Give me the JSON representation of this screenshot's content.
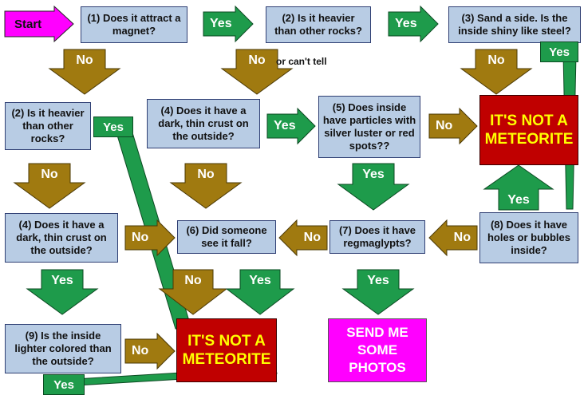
{
  "colors": {
    "question_box": "#b8cce4",
    "verdict_red": "#c00000",
    "verdict_text": "#ffff00",
    "send_box": "#ff00ff",
    "start": "#ff00ff",
    "yes": "#1e9b4b",
    "no": "#a07a10"
  },
  "start": {
    "label": "Start"
  },
  "boxes": {
    "q1": "(1) Does it attract a magnet?",
    "q2_top": "(2) Is it heavier than other rocks?",
    "q3": "(3) Sand a side. Is the inside shiny like steel?",
    "q2_left": "(2) Is it heavier than other rocks?",
    "q4_mid": "(4) Does it have a dark, thin crust on the outside?",
    "q5": "(5) Does inside have particles with silver luster or red spots??",
    "q4_left": "(4) Does it have a dark, thin crust on the outside?",
    "q6": "(6) Did someone see it fall?",
    "q7": "(7) Does it have regmaglypts?",
    "q8": "(8) Does it have holes or bubbles inside?",
    "q9": "(9) Is the inside lighter colored than the outside?",
    "not_meteorite_right": "IT'S NOT A METEORITE",
    "not_meteorite_bottom": "IT'S NOT A METEORITE",
    "send_photos": "SEND ME SOME PHOTOS"
  },
  "labels": {
    "yes": "Yes",
    "no": "No",
    "or_cant_tell": "or can't tell"
  }
}
